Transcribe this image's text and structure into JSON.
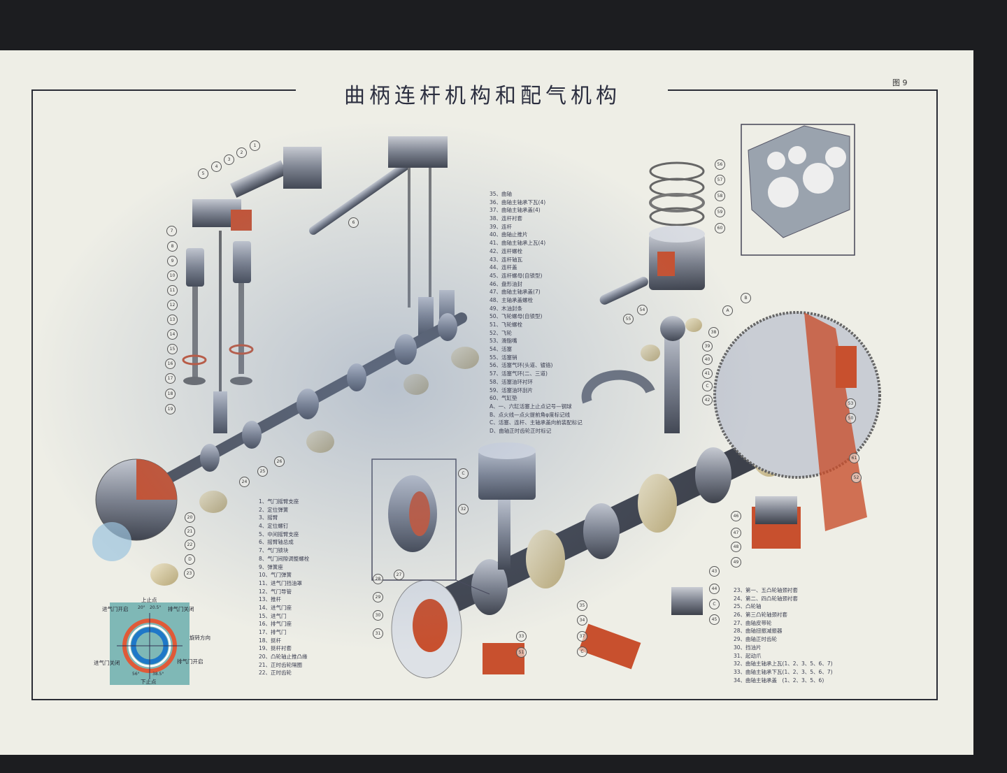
{
  "title": "曲柄连杆机构和配气机构",
  "figure_number": "图 9",
  "legend_left": [
    "1、气门摇臂支座",
    "2、定位弹簧",
    "3、摇臂",
    "4、定位螺钉",
    "5、中间摇臂支座",
    "6、摇臂轴总成",
    "7、气门锁块",
    "8、气门间隙调整螺栓",
    "9、弹簧座",
    "10、气门弹簧",
    "11、进气门挡油罩",
    "12、气门导管",
    "13、推杆",
    "14、进气门座",
    "15、进气门",
    "16、排气门座",
    "17、排气门",
    "18、挺杆",
    "19、挺杆衬套",
    "20、凸轮轴止推凸缘",
    "21、正时齿轮隔圈",
    "22、正时齿轮"
  ],
  "legend_middle": [
    "35、曲轴",
    "36、曲轴主轴承下瓦(4)",
    "37、曲轴主轴承盖(4)",
    "38、连杆衬套",
    "39、连杆",
    "40、曲轴止推片",
    "41、曲轴主轴承上瓦(4)",
    "42、连杆螺栓",
    "43、连杆轴瓦",
    "44、连杆盖",
    "45、连杆螺母(自锁型)",
    "46、盘形油封",
    "47、曲轴主轴承盖(7)",
    "48、主轴承盖螺栓",
    "49、木油封条",
    "50、飞轮螺母(自锁型)",
    "51、飞轮螺栓",
    "52、飞轮",
    "53、滑脂嘴",
    "54、活塞",
    "55、活塞销",
    "56、活塞气环(头道、镀铬)",
    "57、活塞气环(二、三道)",
    "58、活塞油环衬环",
    "59、活塞油环刮片",
    "60、气缸垫",
    "A、一、六缸活塞上止点记号—钢球",
    "B、点火线—点火提前角φ度标记线",
    "C、活塞、连杆、主轴承盖向前装配标记",
    "D、曲轴正时齿轮正时标记"
  ],
  "legend_right": [
    "23、第一、五凸轮轴颈衬套",
    "24、第二、四凸轮轴颈衬套",
    "25、凸轮轴",
    "26、第三凸轮轴颈衬套",
    "27、曲轴皮带轮",
    "28、曲轴扭振减振器",
    "29、曲轴正时齿轮",
    "30、挡油片",
    "31、起动爪",
    "32、曲轴主轴承上瓦(1、2、3、5、6、7)",
    "33、曲轴主轴承下瓦(1、2、3、5、6、7)",
    "34、曲轴主轴承盖　(1、2、3、5、6)"
  ],
  "timing_diagram": {
    "top_dead_center": "上止点",
    "bottom_dead_center": "下止点",
    "intake_open": "进气门开启",
    "intake_close": "进气门关闭",
    "exhaust_open": "排气门开启",
    "exhaust_close": "排气门关闭",
    "rotation": "旋转方向",
    "angle_intake_open": "20°",
    "angle_exhaust_close": "20.5°",
    "angle_intake_close": "56°",
    "angle_exhaust_open": "38.5°"
  },
  "callouts": [
    "1",
    "2",
    "3",
    "4",
    "5",
    "6",
    "7",
    "8",
    "9",
    "10",
    "11",
    "12",
    "13",
    "14",
    "15",
    "16",
    "17",
    "18",
    "19",
    "20",
    "21",
    "22",
    "D",
    "23",
    "24",
    "25",
    "26",
    "27",
    "28",
    "29",
    "30",
    "31",
    "32",
    "C",
    "33",
    "51",
    "34",
    "35",
    "37",
    "C",
    "38",
    "39",
    "40",
    "41",
    "C",
    "42",
    "43",
    "44",
    "C",
    "45",
    "46",
    "47",
    "48",
    "49",
    "A",
    "B",
    "53",
    "50",
    "61",
    "52",
    "54",
    "55",
    "56",
    "57",
    "58",
    "59",
    "60"
  ],
  "colors": {
    "paper": "#eeeee6",
    "metal": "#8a8f9a",
    "accent_red": "#c8502e",
    "frame": "#2a2c35"
  }
}
